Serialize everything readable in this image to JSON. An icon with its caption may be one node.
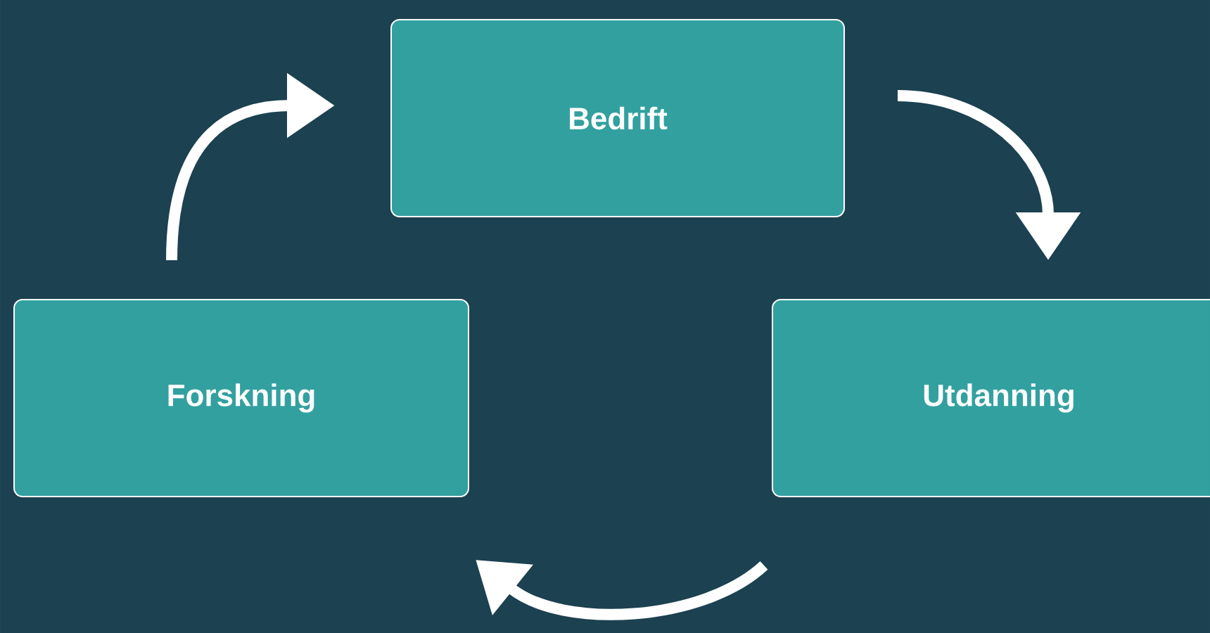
{
  "diagram": {
    "nodes": [
      {
        "text": [
          "Bedrift"
        ]
      },
      {
        "text": [
          "Forskning"
        ]
      },
      {
        "text": [
          "Utdanning"
        ]
      }
    ],
    "edges": [
      {
        "from": 0,
        "to": 2,
        "arrow": "to"
      },
      {
        "from": 2,
        "to": 1,
        "arrow": "to"
      },
      {
        "from": 1,
        "to": 0,
        "arrow": "to"
      }
    ]
  }
}
